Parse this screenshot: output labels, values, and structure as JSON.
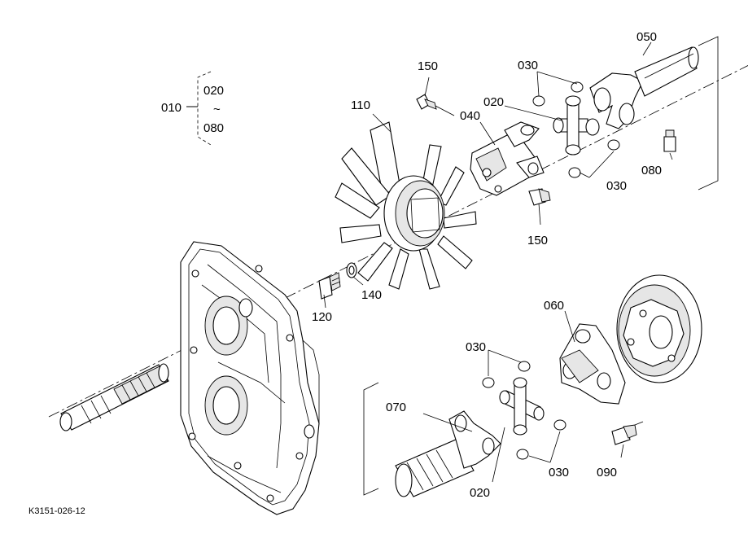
{
  "diagram_code": "K3151-026-12",
  "group": {
    "id": "010",
    "from": "020",
    "range_symbol": "~",
    "to": "080"
  },
  "callouts": {
    "c150_top": "150",
    "c030_top": "030",
    "c050": "050",
    "c020_top": "020",
    "c040": "040",
    "c110": "110",
    "c080": "080",
    "c030_right": "030",
    "c150_bottom": "150",
    "c140": "140",
    "c120": "120",
    "c060": "060",
    "c030_lower_left": "030",
    "c070": "070",
    "c030_lower_right": "030",
    "c090": "090",
    "c020_bottom": "020"
  }
}
